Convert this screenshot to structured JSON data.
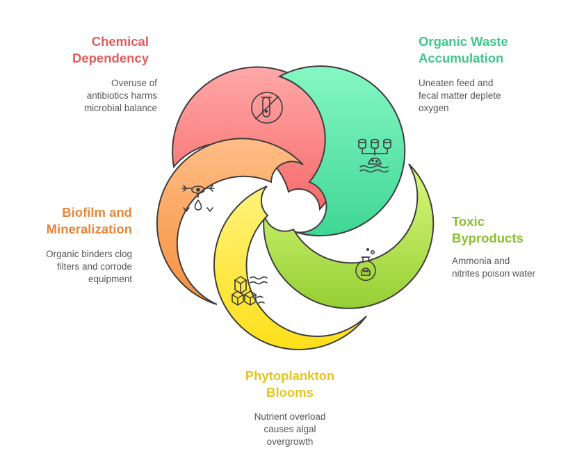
{
  "items": [
    {
      "key": "chemical",
      "title": [
        "Chemical",
        "Dependency"
      ],
      "desc": [
        "Overuse of",
        "antibiotics harms",
        "microbial balance"
      ],
      "icon": "no-test-tube-icon",
      "color": "#e25c5c"
    },
    {
      "key": "organic",
      "title": [
        "Organic Waste",
        "Accumulation"
      ],
      "desc": [
        "Uneaten feed and",
        "fecal matter deplete",
        "oxygen"
      ],
      "icon": "feed-waste-icon",
      "color": "#3ec88a"
    },
    {
      "key": "toxic",
      "title": [
        "Toxic",
        "Byproducts"
      ],
      "desc": [
        "Ammonia and",
        "nitrites poison water"
      ],
      "icon": "poison-flask-icon",
      "color": "#8cbf2e"
    },
    {
      "key": "phyto",
      "title": [
        "Phytoplankton",
        "Blooms"
      ],
      "desc": [
        "Nutrient overload",
        "causes algal",
        "overgrowth"
      ],
      "icon": "algae-blocks-icon",
      "color": "#e3c51e"
    },
    {
      "key": "biofilm",
      "title": [
        "Biofilm and",
        "Mineralization"
      ],
      "desc": [
        "Organic binders clog",
        "filters and corrode",
        "equipment"
      ],
      "icon": "filter-drip-icon",
      "color": "#e5873a"
    }
  ]
}
